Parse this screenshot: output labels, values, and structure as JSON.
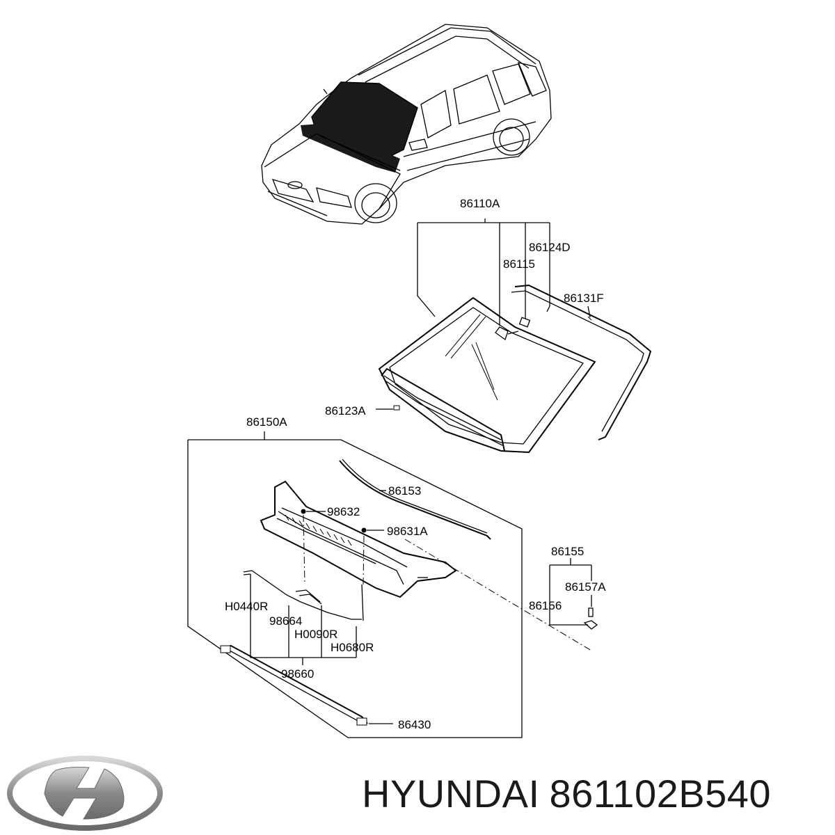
{
  "diagram": {
    "callouts": {
      "c86110A": "86110A",
      "c86124D": "86124D",
      "c86115": "86115",
      "c86131F": "86131F",
      "c86123A": "86123A",
      "c86150A": "86150A",
      "c86153": "86153",
      "c98632": "98632",
      "c98631A": "98631A",
      "c86155": "86155",
      "c86157A": "86157A",
      "c86156": "86156",
      "cH0440R": "H0440R",
      "c98664": "98664",
      "cH0090R": "H0090R",
      "cH0680R": "H0680R",
      "c98660": "98660",
      "c86430": "86430"
    }
  },
  "caption": {
    "brand": "HYUNDAI",
    "part_number": "861102B540"
  },
  "logo": {
    "icon": "hyundai-logo-icon",
    "color": "#8a8a8a"
  }
}
